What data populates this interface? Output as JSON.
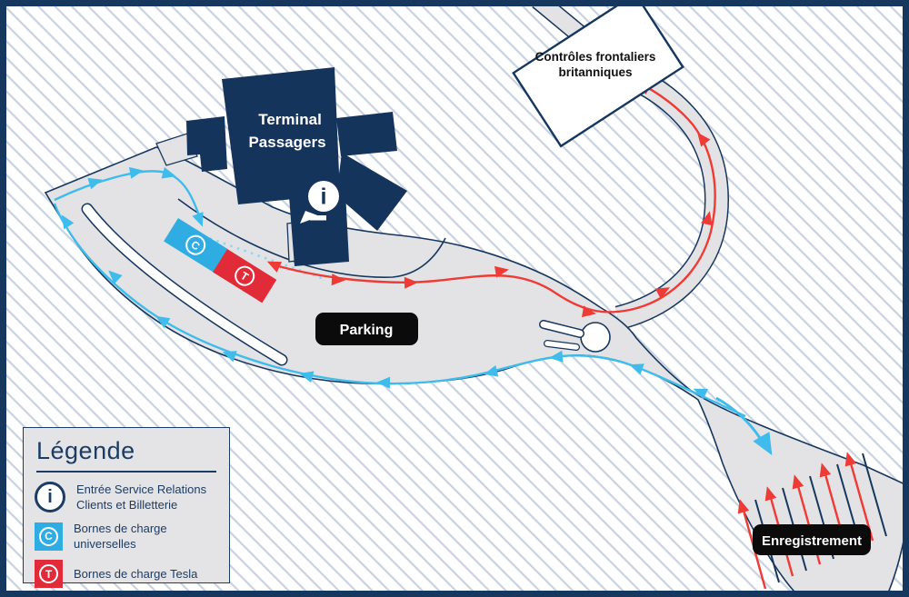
{
  "map": {
    "terminal_line1": "Terminal",
    "terminal_line2": "Passagers",
    "border_controls_line1": "Contrôles frontaliers",
    "border_controls_line2": "britanniques",
    "parking": "Parking",
    "registration": "Enregistrement",
    "info_glyph": "i",
    "charge_universal_glyph": "C",
    "charge_tesla_glyph": "T"
  },
  "legend": {
    "title": "Légende",
    "items": [
      {
        "glyph": "i",
        "label_line1": "Entrée Service Relations",
        "label_line2": "Clients et Billetterie"
      },
      {
        "glyph": "C",
        "label_line1": "Bornes de charge universelles",
        "label_line2": ""
      },
      {
        "glyph": "T",
        "label_line1": "Bornes de charge Tesla",
        "label_line2": ""
      }
    ]
  },
  "colors": {
    "navy": "#16375e",
    "blue": "#3fbcec",
    "red": "#ee3b36",
    "road_gray": "#e3e3e5",
    "stripe": "#c9d2e0",
    "label_bg": "#0b0b0b"
  }
}
